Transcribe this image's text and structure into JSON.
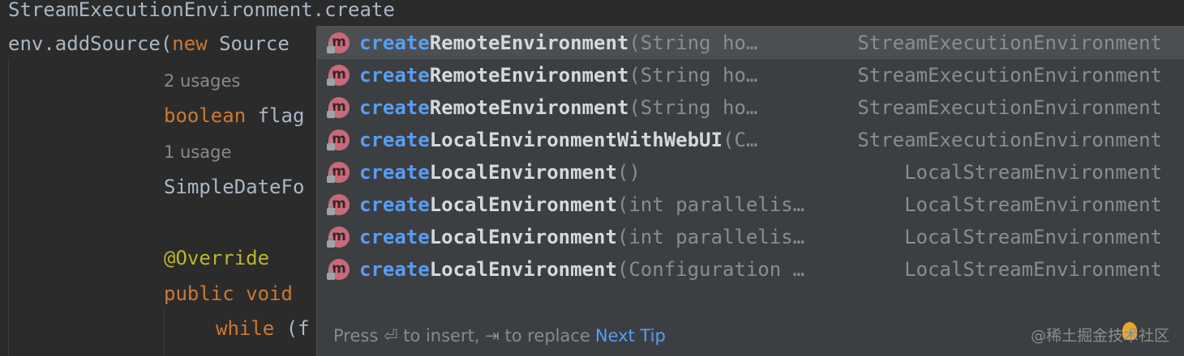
{
  "editor": {
    "line1": "StreamExecutionEnvironment.create",
    "line2_prefix": "env.addSource(",
    "line2_kw": "new",
    "line2_suffix": " Source",
    "hint1": "2 usages",
    "line3_kw": "boolean",
    "line3_rest": " flag",
    "hint2": "1 usage",
    "line4": "SimpleDateFo",
    "line5": "@Override",
    "line6": "public void",
    "line7_kw": "while",
    "line7_rest": " (f"
  },
  "popup": {
    "prefix": "create",
    "items": [
      {
        "name": "RemoteEnvironment",
        "params": "(String ho…",
        "type": "StreamExecutionEnvironment"
      },
      {
        "name": "RemoteEnvironment",
        "params": "(String ho…",
        "type": "StreamExecutionEnvironment"
      },
      {
        "name": "RemoteEnvironment",
        "params": "(String ho…",
        "type": "StreamExecutionEnvironment"
      },
      {
        "name": "LocalEnvironmentWithWebUI",
        "params": "(C…",
        "type": "StreamExecutionEnvironment"
      },
      {
        "name": "LocalEnvironment",
        "params": "()",
        "type": "LocalStreamEnvironment"
      },
      {
        "name": "LocalEnvironment",
        "params": "(int parallelis…",
        "type": "LocalStreamEnvironment"
      },
      {
        "name": "LocalEnvironment",
        "params": "(int parallelis…",
        "type": "LocalStreamEnvironment"
      },
      {
        "name": "LocalEnvironment",
        "params": "(Configuration …",
        "type": "LocalStreamEnvironment"
      }
    ],
    "badge": "m",
    "footer_text": "Press ⏎ to insert, ⇥ to replace",
    "next_tip": "Next Tip"
  },
  "watermark": "@稀土掘金技术社区"
}
